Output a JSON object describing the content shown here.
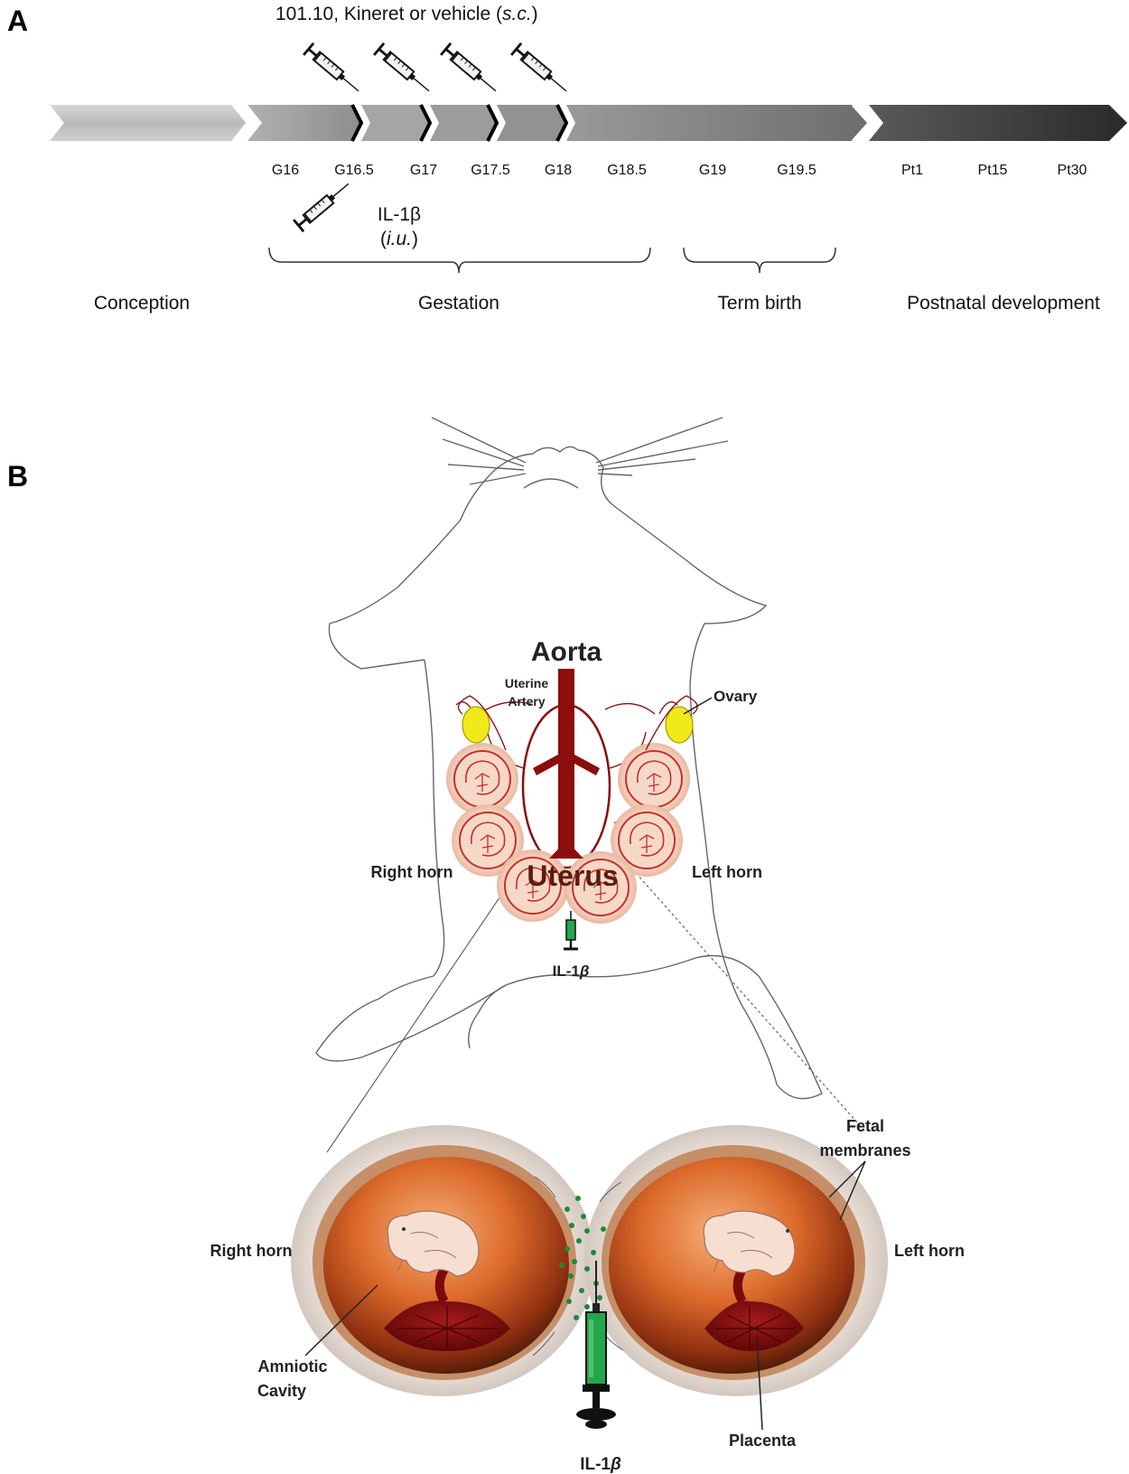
{
  "panel_a": {
    "letter": "A",
    "treatment": {
      "prefix": "101.10, Kineret or vehicle (",
      "route": "s.c.",
      "suffix": ")"
    },
    "ticks": [
      "G16",
      "G16.5",
      "G17",
      "G17.5",
      "G18",
      "G18.5",
      "G19",
      "G19.5",
      "Pt1",
      "Pt15",
      "Pt30"
    ],
    "il1b": {
      "label": "IL-1β",
      "route": "i.u."
    },
    "phases": {
      "conception": "Conception",
      "gestation": "Gestation",
      "term_birth": "Term birth",
      "postnatal": "Postnatal development"
    }
  },
  "panel_b": {
    "letter": "B",
    "labels": {
      "aorta": "Aorta",
      "uterine_artery_1": "Uterine",
      "uterine_artery_2": "Artery",
      "ovary": "Ovary",
      "uterus": "Uterus",
      "right_horn": "Right horn",
      "left_horn": "Left horn",
      "il1b_prefix": "IL-1",
      "il1b_beta": "β",
      "fetal_membranes_1": "Fetal",
      "fetal_membranes_2": "membranes",
      "amniotic_cavity_1": "Amniotic",
      "amniotic_cavity_2": "Cavity",
      "placenta": "Placenta"
    }
  },
  "colors": {
    "aorta": "#8b0d0d",
    "ovary": "#f0ea1a",
    "sac_fill": "#f4d2c0",
    "sac_stroke": "#c8302a",
    "syringe_green": "#22a84a",
    "cavity_orange": "#c8561a"
  }
}
